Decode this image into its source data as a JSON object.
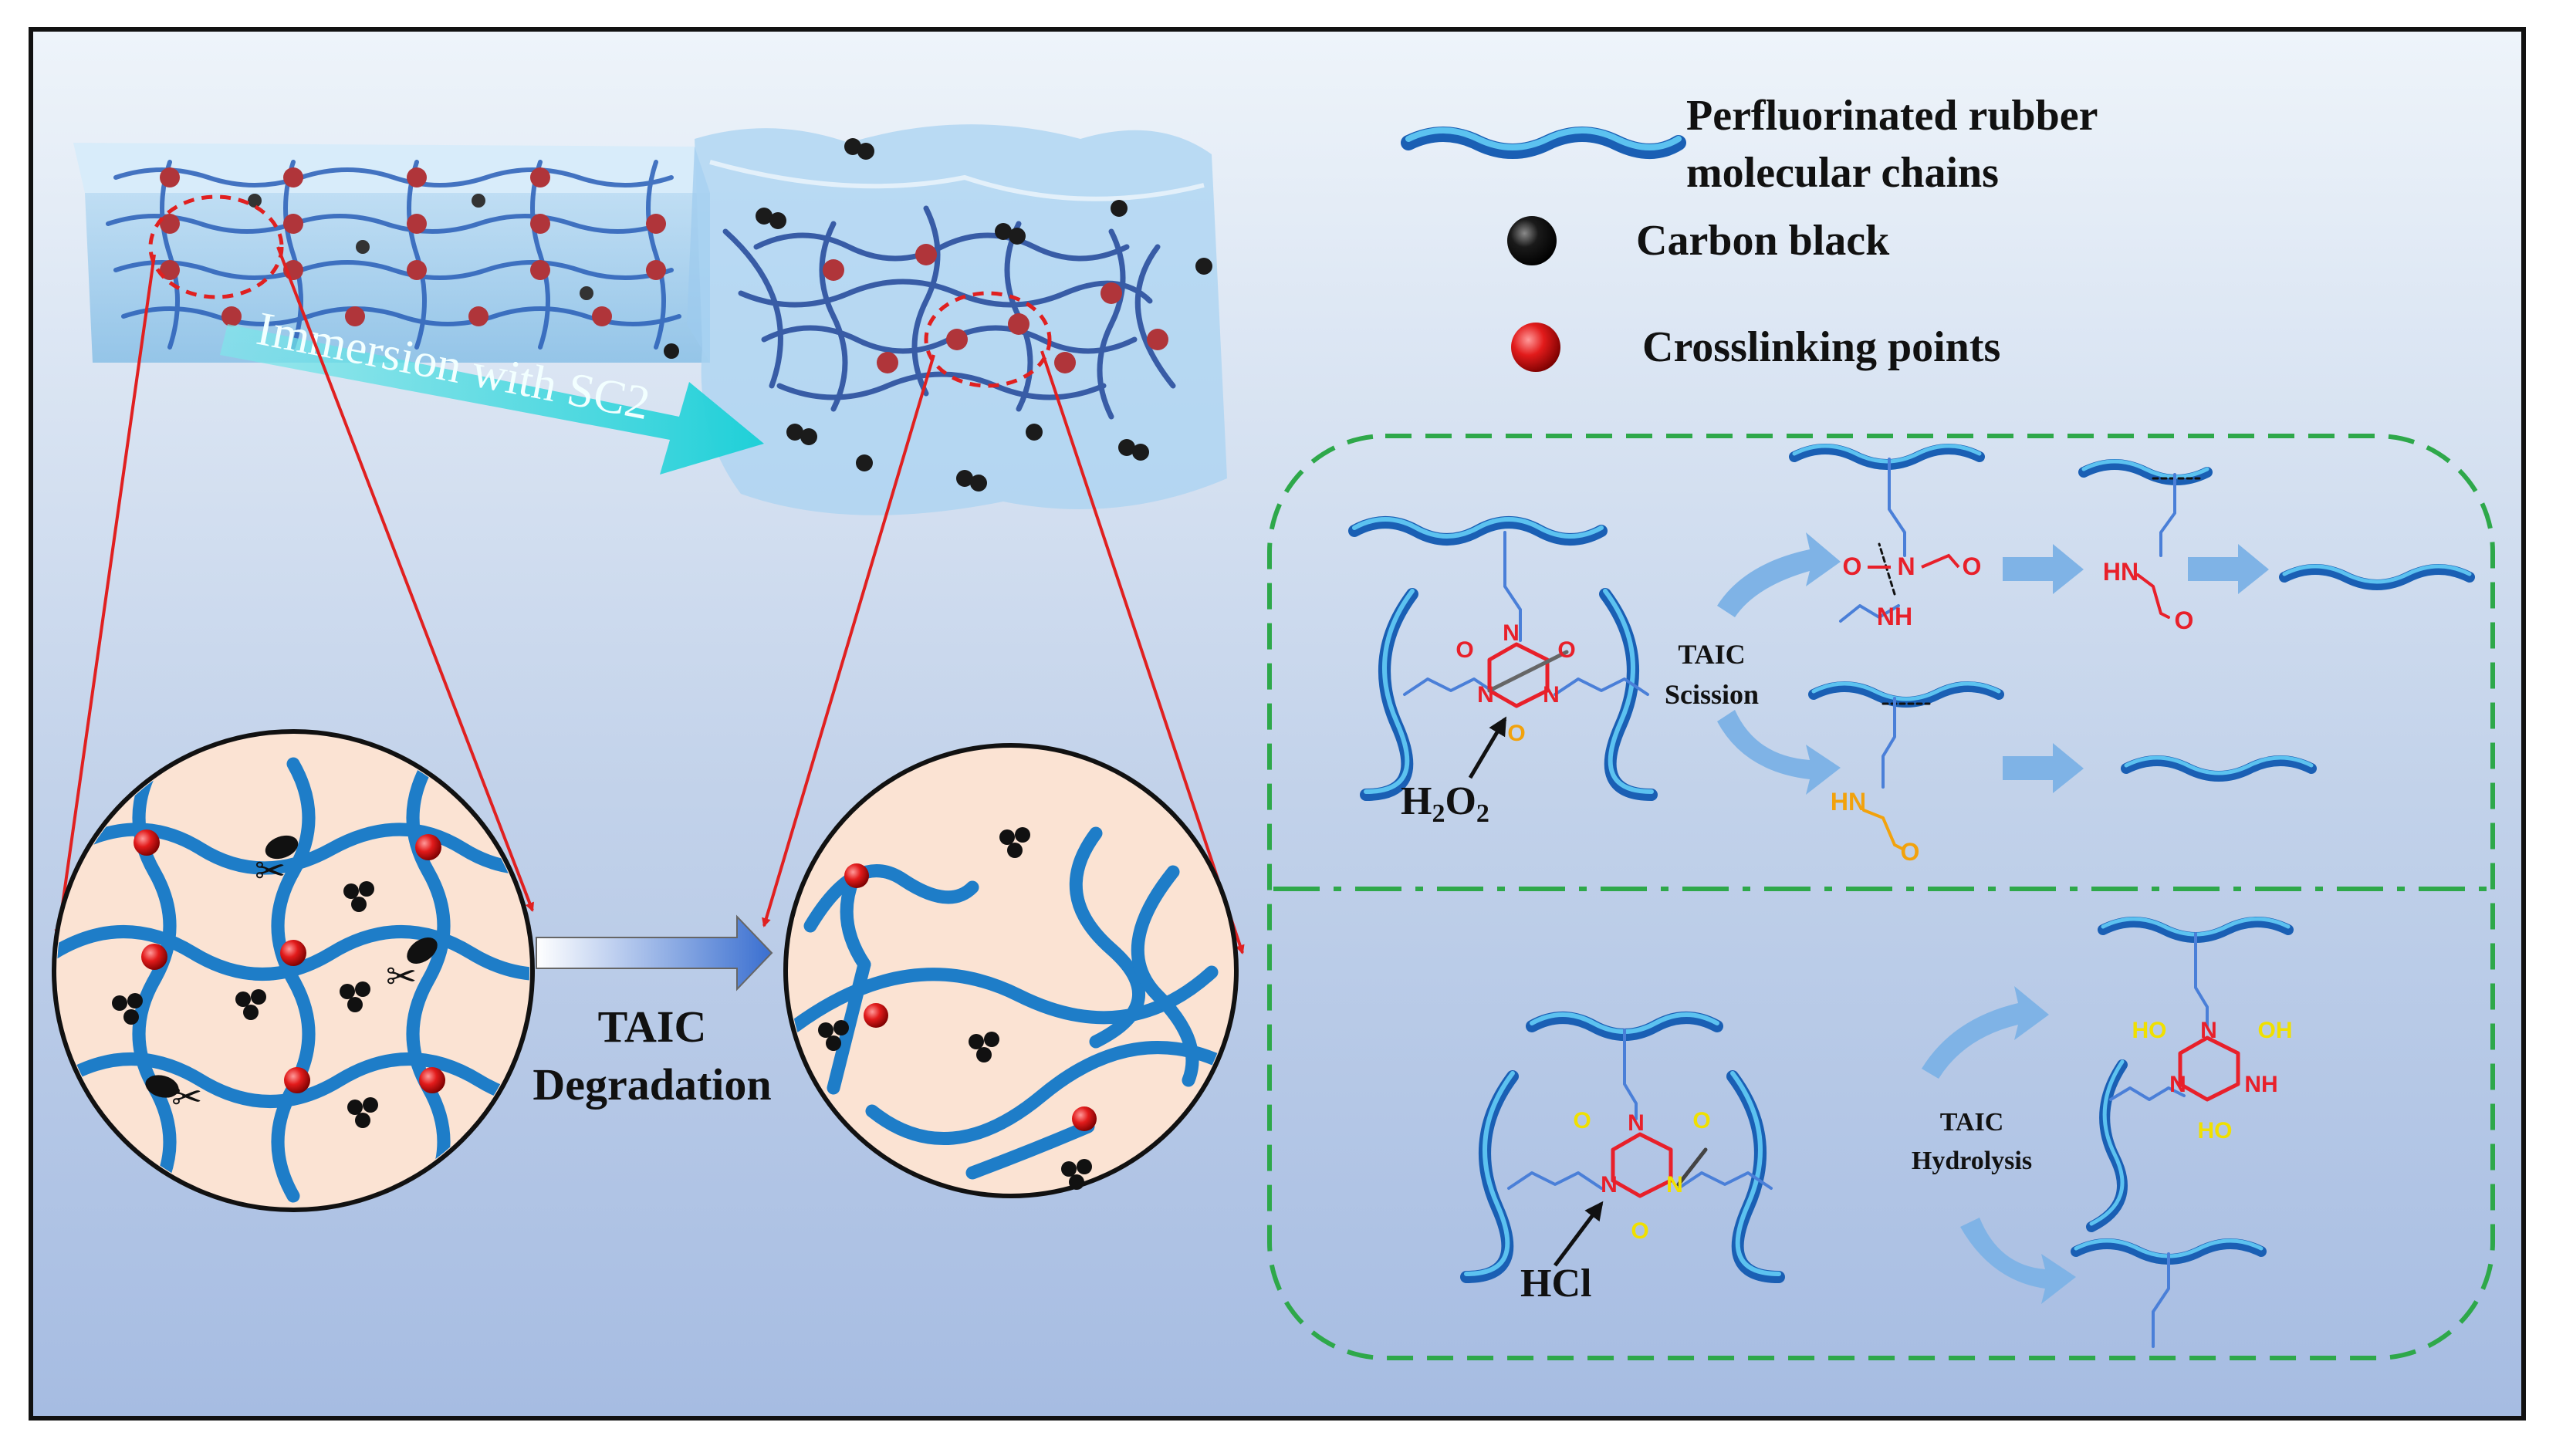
{
  "arrow_label": "Immersion with SC2",
  "legend": {
    "chain_line1": "Perfluorinated rubber",
    "chain_line2": "molecular chains",
    "carbon_black": "Carbon black",
    "crosslinking": "Crosslinking points"
  },
  "degradation_label": {
    "line1": "TAIC",
    "line2": "Degradation"
  },
  "scission_panel": {
    "step_line1": "TAIC",
    "step_line2": "Scission",
    "reagent": "H2O2",
    "labels": {
      "o": "O",
      "n": "N",
      "nh": "NH",
      "hn": "HN"
    }
  },
  "hydrolysis_panel": {
    "step_line1": "TAIC",
    "step_line2": "Hydrolysis",
    "reagent": "HCl",
    "labels": {
      "o": "O",
      "n": "N",
      "ho": "HO",
      "oh": "OH",
      "nh": "NH"
    }
  },
  "colors": {
    "chain": "#1e7dc8",
    "chain_light": "#3fb0e8",
    "crosslink": "#d01818",
    "carbon": "#111111",
    "red_chem": "#e8202a",
    "orange_chem": "#f2a20c",
    "yellow_chem": "#f0e000",
    "dashed_green": "#2ea84a",
    "zoom_line": "#e02020",
    "circle_fill": "#fbe3d3",
    "cyan_arrow": "#39d2d8"
  }
}
